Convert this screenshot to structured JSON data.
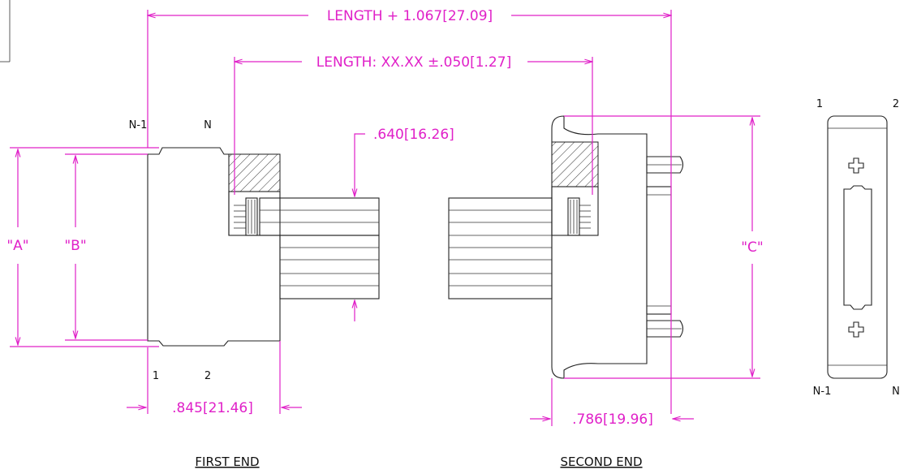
{
  "dimensions": {
    "overall_length": "LENGTH + 1.067[27.09]",
    "cable_length": "LENGTH: XX.XX ±.050[1.27]",
    "cable_thickness": ".640[16.26]",
    "first_end_depth": ".845[21.46]",
    "second_end_depth": ".786[19.96]",
    "dim_a": "\"A\"",
    "dim_b": "\"B\"",
    "dim_c": "\"C\""
  },
  "pins": {
    "first_top_left": "N-1",
    "first_top_right": "N",
    "first_bottom_left": "1",
    "first_bottom_right": "2",
    "end_top_left": "1",
    "end_top_right": "2",
    "end_bottom_left": "N-1",
    "end_bottom_right": "N"
  },
  "views": {
    "first_end": "FIRST END",
    "second_end": "SECOND END"
  },
  "colors": {
    "dimension": "#e020c8",
    "outline": "#222222"
  }
}
